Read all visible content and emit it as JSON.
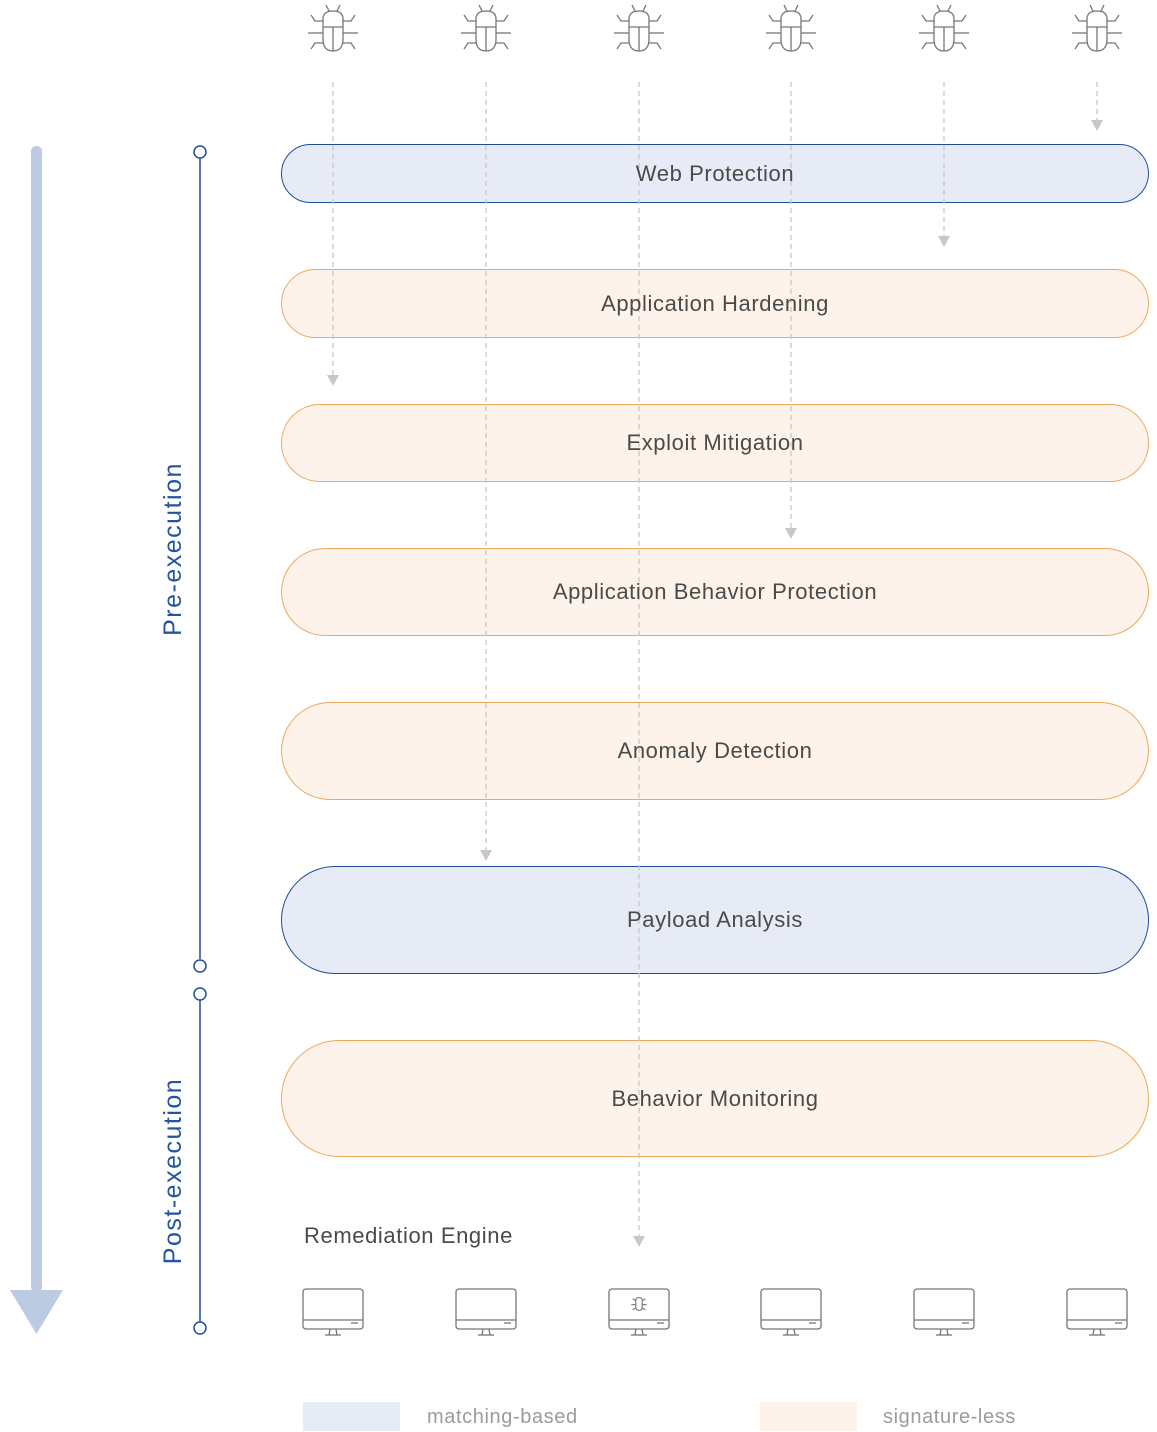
{
  "layers": [
    {
      "label": "Web Protection",
      "kind": "matching"
    },
    {
      "label": "Application Hardening",
      "kind": "signature"
    },
    {
      "label": "Exploit Mitigation",
      "kind": "signature"
    },
    {
      "label": "Application Behavior Protection",
      "kind": "signature"
    },
    {
      "label": "Anomaly Detection",
      "kind": "signature"
    },
    {
      "label": "Payload Analysis",
      "kind": "matching"
    },
    {
      "label": "Behavior Monitoring",
      "kind": "signature"
    }
  ],
  "phases": {
    "pre": "Pre-execution",
    "post": "Post-execution"
  },
  "remediation_label": "Remediation Engine",
  "threats": [
    {
      "icon": "bug-icon",
      "stopped_by": "Application Hardening"
    },
    {
      "icon": "bug-icon",
      "stopped_by": "Payload Analysis"
    },
    {
      "icon": "bug-icon",
      "stopped_by": "Remediation Engine"
    },
    {
      "icon": "bug-icon",
      "stopped_by": "Anomaly Detection"
    },
    {
      "icon": "bug-icon",
      "stopped_by": "Application Hardening"
    },
    {
      "icon": "bug-icon",
      "stopped_by": "Web Protection"
    }
  ],
  "endpoints": [
    {
      "icon": "monitor-icon",
      "infected": false
    },
    {
      "icon": "monitor-icon",
      "infected": false
    },
    {
      "icon": "monitor-icon",
      "infected": true
    },
    {
      "icon": "monitor-icon",
      "infected": false
    },
    {
      "icon": "monitor-icon",
      "infected": false
    },
    {
      "icon": "monitor-icon",
      "infected": false
    }
  ],
  "legend": {
    "matching": "matching-based",
    "signature": "signature-less"
  },
  "colors": {
    "matching_fill": "#e7ebf5",
    "matching_border": "#1f4d9c",
    "signature_fill": "#fdf3ea",
    "signature_border": "#efa75a",
    "phase_text": "#2353a3",
    "timeline_arrow": "#bccbe2",
    "threat_path": "#c8c8c8"
  }
}
